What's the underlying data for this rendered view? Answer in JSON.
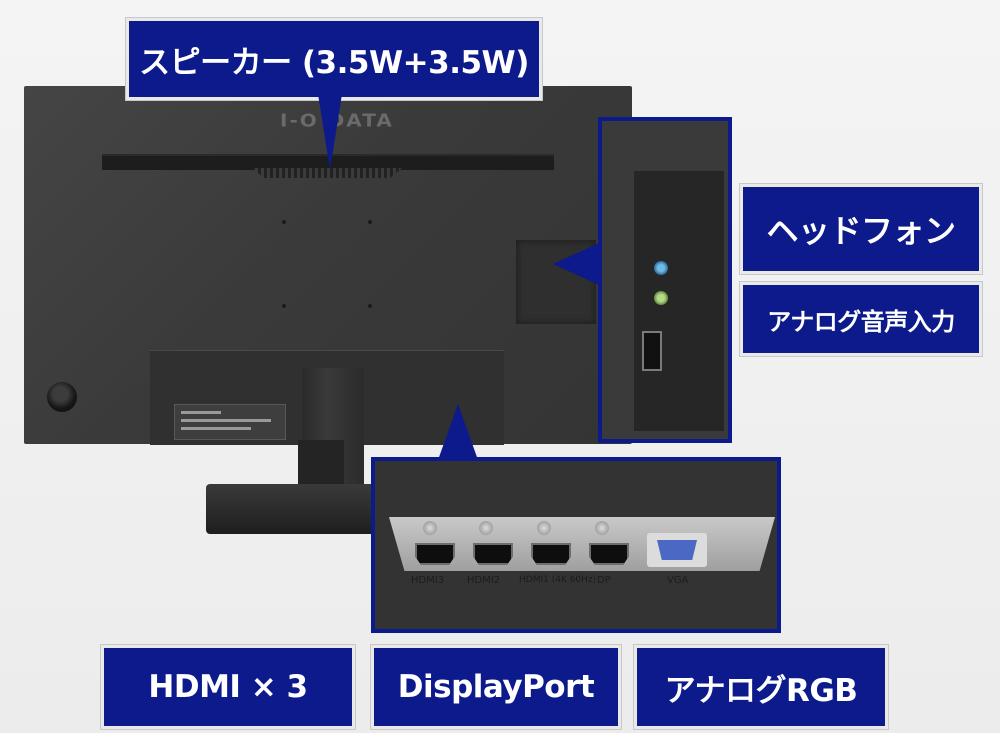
{
  "monitor": {
    "brand": "I-O DATA"
  },
  "labels": {
    "speaker": "スピーカー (3.5W+3.5W)",
    "headphone": "ヘッドフォン",
    "analog_audio": "アナログ音声入力",
    "hdmi": "HDMI × 3",
    "displayport": "DisplayPort",
    "analog_rgb": "アナログRGB"
  },
  "port_labels": [
    "HDMI3",
    "HDMI2",
    "HDMI1 (4K 60Hz)",
    "DP",
    "VGA"
  ],
  "colors": {
    "label_bg": "#0d1a8c",
    "label_text": "#ffffff",
    "vga_blue": "#4a68c4"
  }
}
